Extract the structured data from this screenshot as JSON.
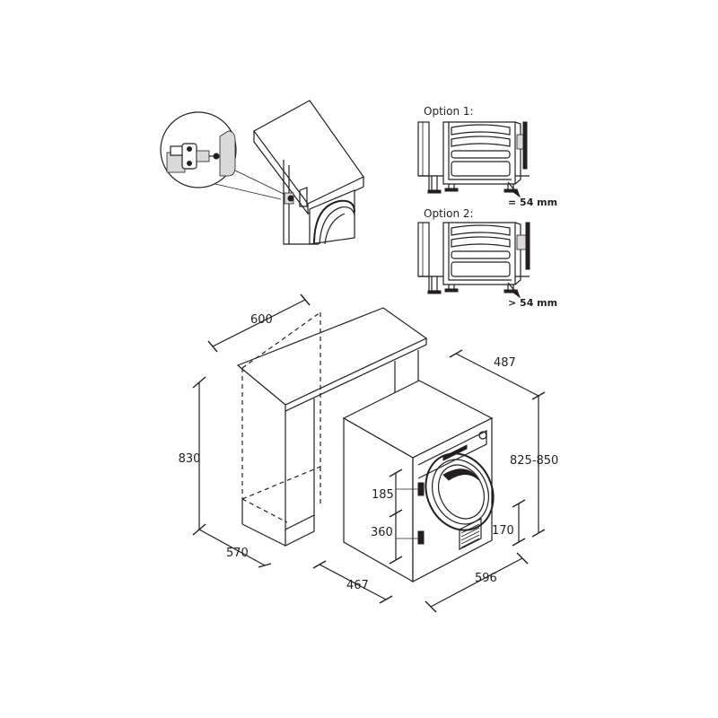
{
  "options": [
    {
      "label": "Option 1:",
      "gap": "= 54 mm"
    },
    {
      "label": "Option 2:",
      "gap": "> 54 mm"
    }
  ],
  "dimensions": {
    "cabinet_width": "600",
    "cabinet_height": "830",
    "cabinet_depth": "570",
    "appliance_depth": "487",
    "appliance_height": "825-850",
    "appliance_width": "596",
    "appliance_front": "467",
    "hinge_top": "185",
    "hinge_bottom": "360",
    "plinth_height": "170"
  }
}
